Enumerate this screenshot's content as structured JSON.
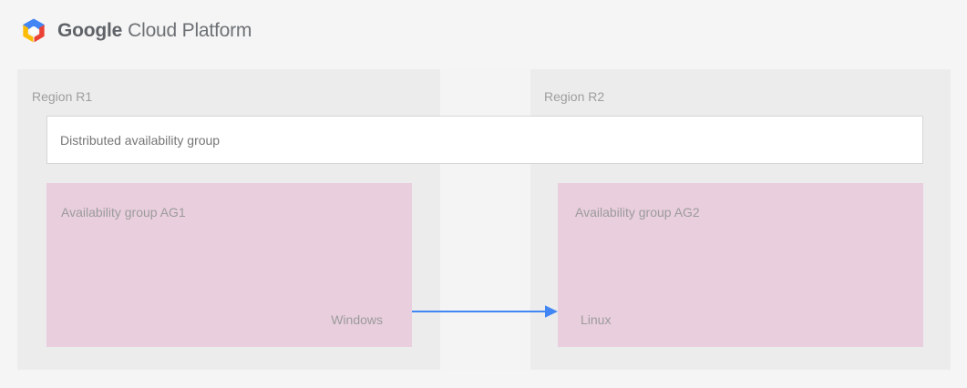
{
  "header": {
    "logo_icon": "google-cloud-platform-hexagon-icon",
    "brand_primary": "Google",
    "brand_secondary": "Cloud Platform",
    "colors": {
      "logo_blue": "#4285F4",
      "logo_red": "#EA4335",
      "logo_yellow": "#FBBC05",
      "logo_center": "#FFFFFF",
      "wordmark_gray": "#5F6368"
    }
  },
  "diagram": {
    "type": "architecture",
    "page_background": "#f5f5f5",
    "corridor_background": "#f4f4f4",
    "regions": [
      {
        "id": "r1",
        "label": "Region R1",
        "background": "#ececec",
        "availability_group": {
          "title": "Availability group AG1",
          "os": "Windows",
          "os_align": "right",
          "background": "#e9cedd"
        }
      },
      {
        "id": "r2",
        "label": "Region R2",
        "background": "#ececec",
        "availability_group": {
          "title": "Availability group AG2",
          "os": "Linux",
          "os_align": "left",
          "background": "#e9cedd"
        }
      }
    ],
    "distributed_group": {
      "label": "Distributed availability group",
      "background": "#ffffff",
      "border_color": "#d6d6d6"
    },
    "connector": {
      "name": "replication-arrow",
      "direction": "left-to-right",
      "from": "Availability group AG1",
      "to": "Availability group AG2",
      "color": "#4285F4"
    }
  }
}
